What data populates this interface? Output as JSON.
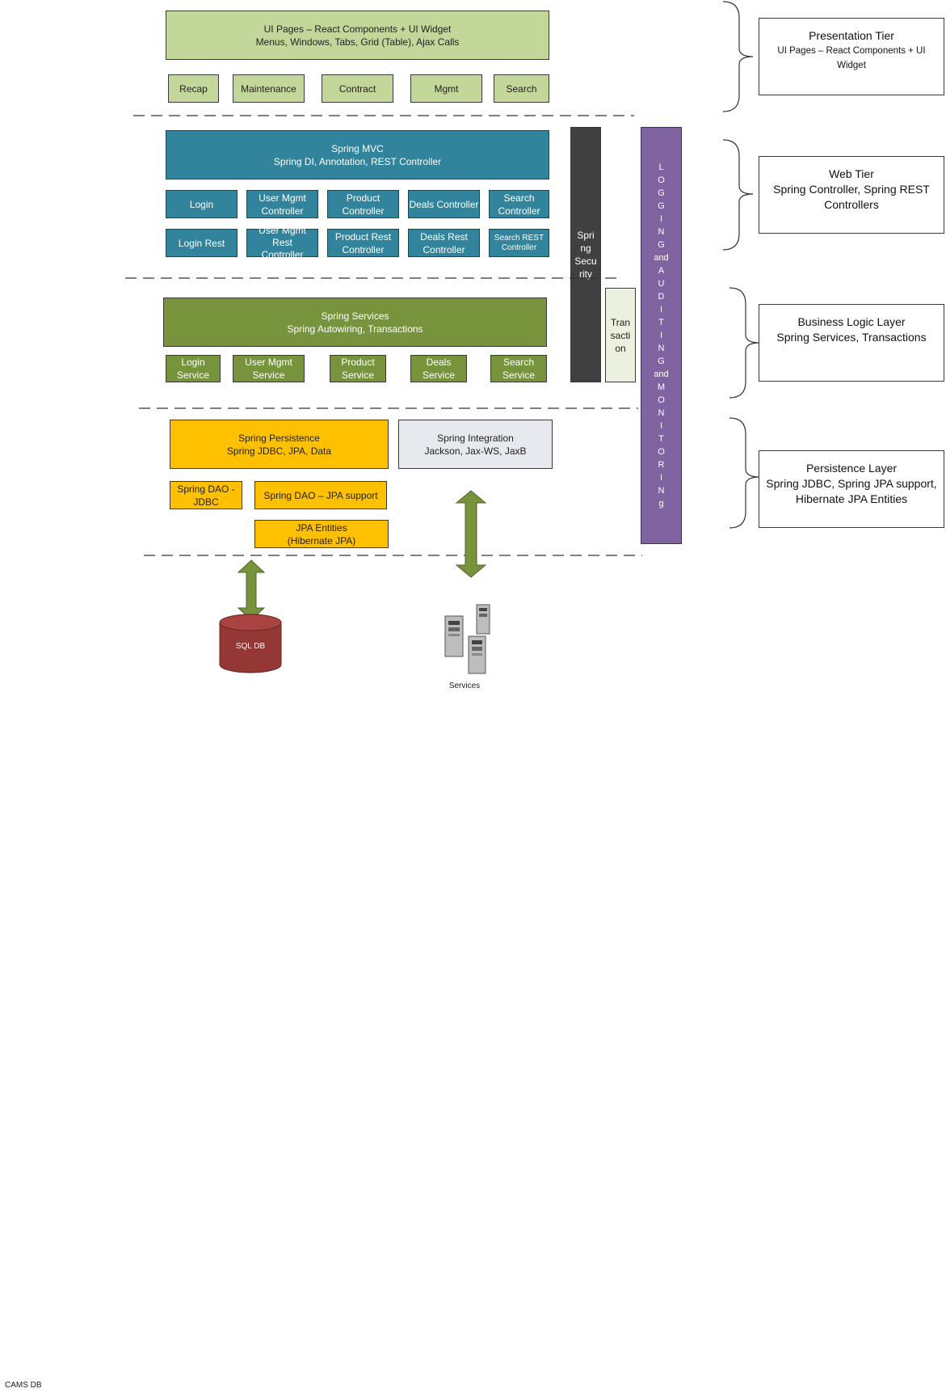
{
  "presentation": {
    "main_line1": "UI Pages – React Components + UI Widget",
    "main_line2": "Menus, Windows, Tabs, Grid (Table), Ajax Calls",
    "items": [
      "Recap",
      "Maintenance",
      "Contract",
      "Mgmt",
      "Search"
    ]
  },
  "web": {
    "main_line1": "Spring MVC",
    "main_line2": "Spring DI, Annotation, REST Controller",
    "row1": [
      "Login",
      "User Mgmt Controller",
      "Product Controller",
      "Deals Controller",
      "Search Controller"
    ],
    "row2": [
      "Login Rest",
      "User Mgmt Rest Controller",
      "Product Rest Controller",
      "Deals Rest Controller",
      "Search REST Controller"
    ]
  },
  "business": {
    "main_line1": "Spring Services",
    "main_line2": "Spring Autowiring, Transactions",
    "items": [
      "Login Service",
      "User Mgmt Service",
      "Product Service",
      "Deals Service",
      "Search Service"
    ]
  },
  "persistence": {
    "main_line1": "Spring Persistence",
    "main_line2": "Spring JDBC, JPA, Data",
    "dao_jdbc": "Spring DAO - JDBC",
    "dao_jpa": "Spring DAO – JPA support",
    "entities_line1": "JPA Entities",
    "entities_line2": "(Hibernate JPA)"
  },
  "integration": {
    "line1": "Spring Integration",
    "line2": "Jackson, Jax-WS, JaxB"
  },
  "security_letters": [
    "Spri",
    "ng",
    "Secu",
    "rity"
  ],
  "transaction_letters": [
    "Tran",
    "sacti",
    "on"
  ],
  "logging_letters": [
    "L",
    "O",
    "G",
    "G",
    "I",
    "N",
    "G",
    "and",
    "A",
    "U",
    "D",
    "I",
    "T",
    "I",
    "N",
    "G",
    "and",
    "M",
    "O",
    "N",
    "I",
    "T",
    "O",
    "R",
    "I",
    "N",
    "g"
  ],
  "tiers": {
    "presentation_title": "Presentation Tier",
    "presentation_sub": "UI Pages – React Components + UI Widget",
    "web_title": "Web Tier",
    "web_sub": "Spring Controller, Spring REST Controllers",
    "business_title": "Business Logic Layer",
    "business_sub": "Spring Services, Transactions",
    "persistence_title": "Persistence Layer",
    "persistence_sub": "Spring JDBC, Spring JPA support, Hibernate JPA Entities"
  },
  "sql_db_label": "SQL DB",
  "services_label": "Services",
  "footer_label": "CAMS DB",
  "colors": {
    "presentation": "#c4d79b",
    "web": "#31849b",
    "business": "#77933c",
    "persistence": "#ffc000",
    "security": "#404040",
    "logging": "#8064a2",
    "database": "#953735",
    "arrow": "#77933c"
  }
}
